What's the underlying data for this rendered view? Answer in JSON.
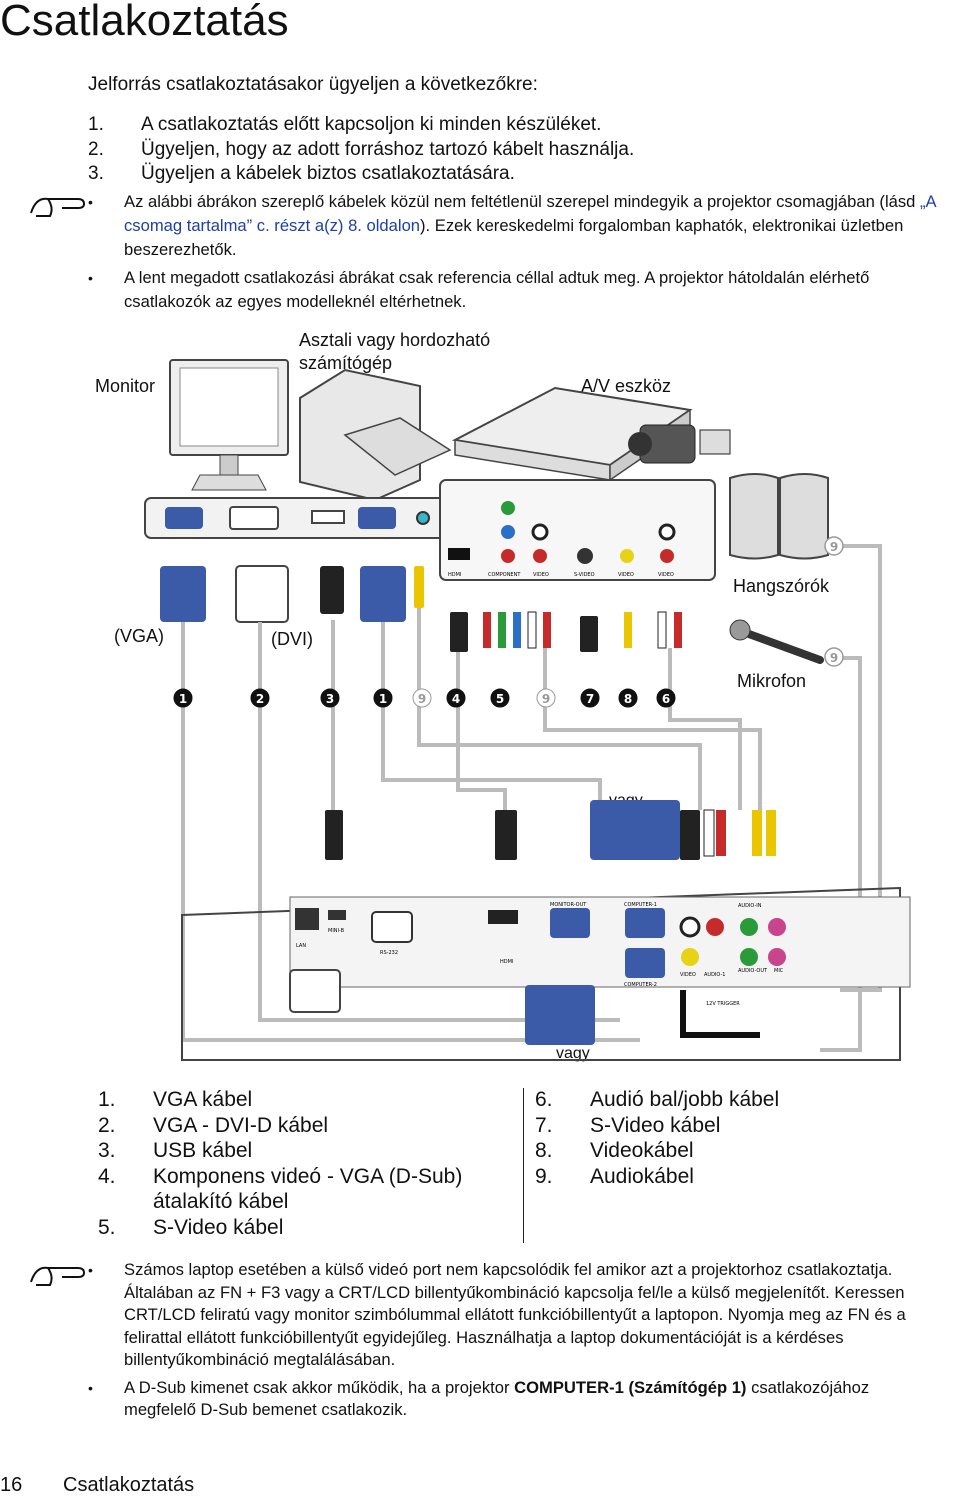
{
  "page": {
    "title": "Csatlakoztatás",
    "intro": "Jelforrás csatlakoztatásakor ügyeljen a következőkre:",
    "steps": [
      {
        "num": "1.",
        "text": "A csatlakoztatás előtt kapcsoljon ki minden készüléket."
      },
      {
        "num": "2.",
        "text": "Ügyeljen, hogy az adott forráshoz tartozó kábelt használja."
      },
      {
        "num": "3.",
        "text": "Ügyeljen a kábelek biztos csatlakoztatására."
      }
    ],
    "note1": {
      "b1_pre": "Az alábbi ábrákon szereplő kábelek közül nem feltétlenül szerepel mindegyik a projektor csomagjában (lásd ",
      "b1_link": "„A csomag tartalma” c. részt a(z) 8. oldalon",
      "b1_post": "). Ezek kereskedelmi forgalomban kaphatók, elektronikai üzletben beszerezhetők.",
      "b2": "A lent megadott csatlakozási ábrákat csak referencia céllal adtuk meg. A projektor hátoldalán elérhető csatlakozók az egyes modelleknél eltérhetnek."
    },
    "diagram": {
      "monitor": "Monitor",
      "computer": "Asztali vagy hordozható számítógép",
      "av": "A/V eszköz",
      "speakers": "Hangszórók",
      "mic": "Mikrofon",
      "vga": "(VGA)",
      "dvi": "(DVI)",
      "or1": "vagy",
      "or2": "vagy",
      "cable_numbers": [
        "1",
        "2",
        "3",
        "1",
        "9",
        "4",
        "5",
        "9",
        "7",
        "8",
        "6"
      ],
      "num9_speaker": "9",
      "num9_mic": "9",
      "source_ports": [
        "HDMI",
        "COMPONENT",
        "VIDEO",
        "S-VIDEO",
        "VIDEO",
        "VIDEO"
      ],
      "projector_ports": [
        "LAN",
        "MINI-B",
        "RS-232",
        "HDMI",
        "MONITOR-OUT",
        "COMPUTER-1",
        "COMPUTER-2",
        "VIDEO",
        "AUDIO-1",
        "AUDIO-OUT",
        "AUDIO-IN",
        "MIC",
        "12V TRIGGER"
      ]
    },
    "cables_left": [
      {
        "num": "1.",
        "text": "VGA kábel"
      },
      {
        "num": "2.",
        "text": "VGA - DVI-D kábel"
      },
      {
        "num": "3.",
        "text": "USB kábel"
      },
      {
        "num": "4.",
        "text": "Komponens videó - VGA (D-Sub)"
      },
      {
        "num": "",
        "text": "átalakító kábel"
      },
      {
        "num": "5.",
        "text": "S-Video kábel"
      }
    ],
    "cables_right": [
      {
        "num": "6.",
        "text": "Audió bal/jobb kábel"
      },
      {
        "num": "7.",
        "text": "S-Video kábel"
      },
      {
        "num": "8.",
        "text": "Videokábel"
      },
      {
        "num": "9.",
        "text": "Audiokábel"
      }
    ],
    "note2": {
      "b1": "Számos laptop esetében a külső videó port nem kapcsolódik fel amikor azt a projektorhoz csatlakoztatja. Általában az FN + F3 vagy a CRT/LCD billentyűkombináció kapcsolja fel/le a külső megjelenítőt. Keressen CRT/LCD feliratú vagy monitor szimbólummal ellátott funkcióbillentyűt a laptopon. Nyomja meg az FN és a felirattal ellátott funkcióbillentyűt egyidejűleg. Használhatja a laptop dokumentációját is a kérdéses billentyűkombináció megtalálásában.",
      "b2_pre": "A D-Sub kimenet csak akkor működik, ha a projektor ",
      "b2_bold": "COMPUTER-1 (Számítógép 1)",
      "b2_post": " csatlakozójához megfelelő D-Sub bemenet csatlakozik."
    },
    "footer": {
      "page_num": "16",
      "section": "Csatlakoztatás"
    }
  }
}
